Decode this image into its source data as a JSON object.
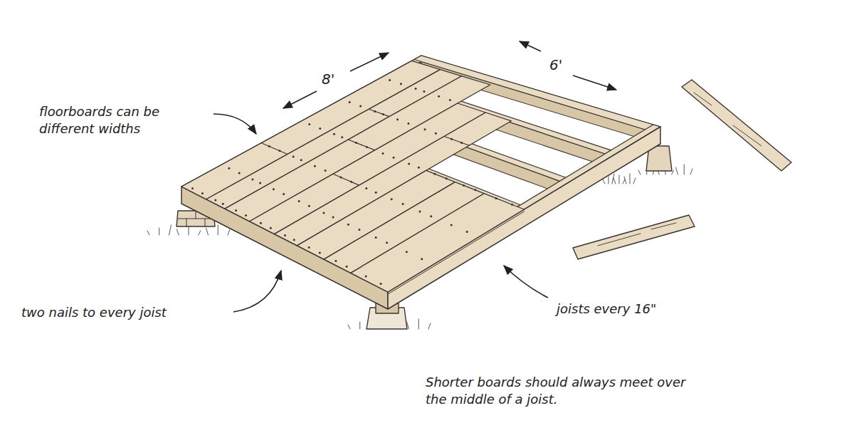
{
  "diagram": {
    "labels": [
      "8'",
      "6'",
      "floorboards can be different widths",
      "two nails to every joist",
      "joists every 16\"",
      "Shorter boards should always meet over the middle of a joist."
    ]
  }
}
